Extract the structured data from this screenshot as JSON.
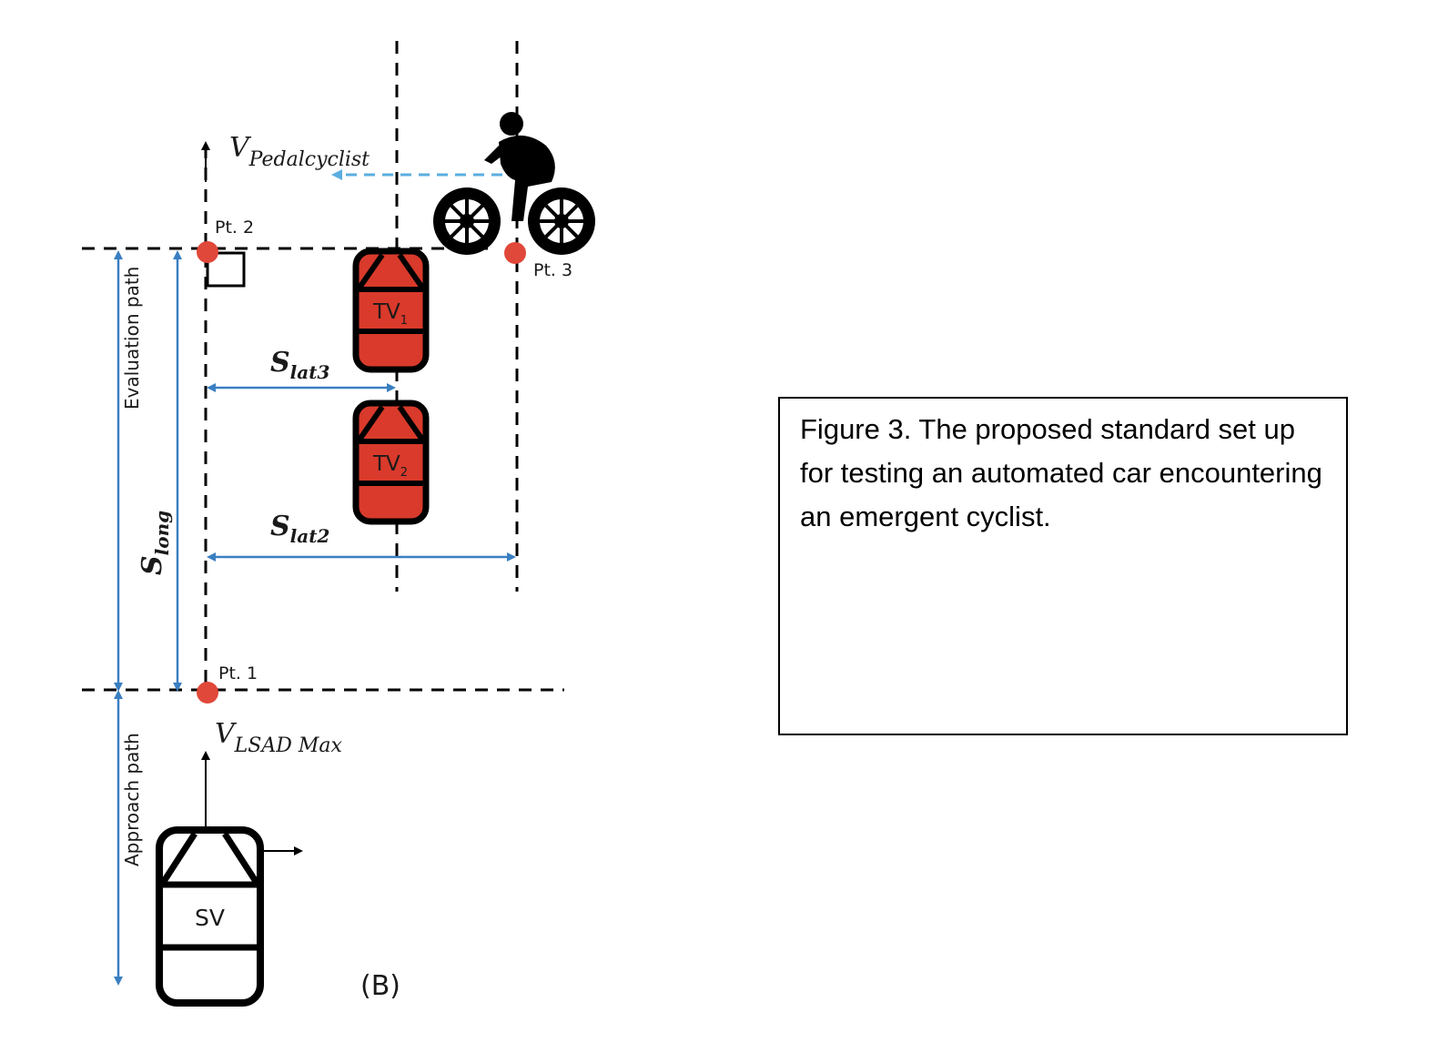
{
  "caption": "Figure 3. The proposed standard set up for testing an automated car encountering an emergent cyclist.",
  "panel_label": "(B)",
  "points": {
    "pt1": "Pt. 1",
    "pt2": "Pt. 2",
    "pt3": "Pt. 3"
  },
  "vehicles": {
    "sv": "SV",
    "tv": "TV",
    "tv1_sub": "1",
    "tv2_sub": "2"
  },
  "velocity": {
    "cyclist_main": "V",
    "cyclist_sub": "Pedalcyclist",
    "sv_main": "V",
    "sv_sub": "LSAD Max"
  },
  "distances": {
    "s": "S",
    "long_sub": "long",
    "lat3_sub": "lat3",
    "lat2_sub": "lat2"
  },
  "paths": {
    "evaluation": "Evaluation path",
    "approach": "Approach path"
  },
  "colors": {
    "target_vehicle": "#d93a2b",
    "point_marker": "#e0483a",
    "dimension_arrow": "#3a7fc1",
    "cyclist_motion": "#5aaee0"
  }
}
